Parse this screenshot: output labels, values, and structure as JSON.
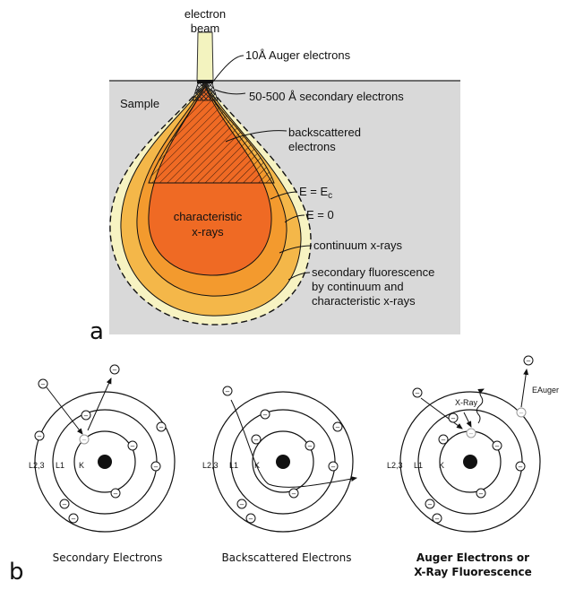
{
  "panel_a": {
    "letter": "a",
    "beam_line1": "electron",
    "beam_line2": "beam",
    "sample": "Sample",
    "auger": "10Å Auger electrons",
    "secondary": "50-500 Å  secondary electrons",
    "backscattered_1": "backscattered",
    "backscattered_2": "electrons",
    "e_ec": "E = E",
    "e_ec_sub": "c",
    "e_zero": "E = 0",
    "char_1": "characteristic",
    "char_2": "x-rays",
    "continuum": "continuum x-rays",
    "fluor_1": "secondary fluorescence",
    "fluor_2": "by continuum and",
    "fluor_3": "characteristic x-rays",
    "colors": {
      "sample_bg": "#d9d9d9",
      "beam": "#f3f3bf",
      "outer_zone": "#f7f3c2",
      "fluorescence_zone": "#f4b749",
      "continuum_zone": "#f39a2e",
      "characteristic_zone": "#ef6a24",
      "backscatter_zone": "#e06a2c"
    }
  },
  "panel_b": {
    "letter": "b",
    "diagrams": [
      {
        "caption_1": "Secondary Electrons",
        "caption_2": "",
        "shell_outer": "L2,3",
        "shell_mid": "L1",
        "shell_inner": "K"
      },
      {
        "caption_1": "Backscattered Electrons",
        "caption_2": "",
        "shell_outer": "L2,3",
        "shell_mid": "L1",
        "shell_inner": "K"
      },
      {
        "caption_1": "Auger Electrons or",
        "caption_2": "X-Ray Fluorescence",
        "shell_outer": "L2,3",
        "shell_mid": "L1",
        "shell_inner": "K",
        "xray": "X-Ray",
        "e_auger": "EAuger"
      }
    ],
    "electron_symbol": "⊖"
  }
}
